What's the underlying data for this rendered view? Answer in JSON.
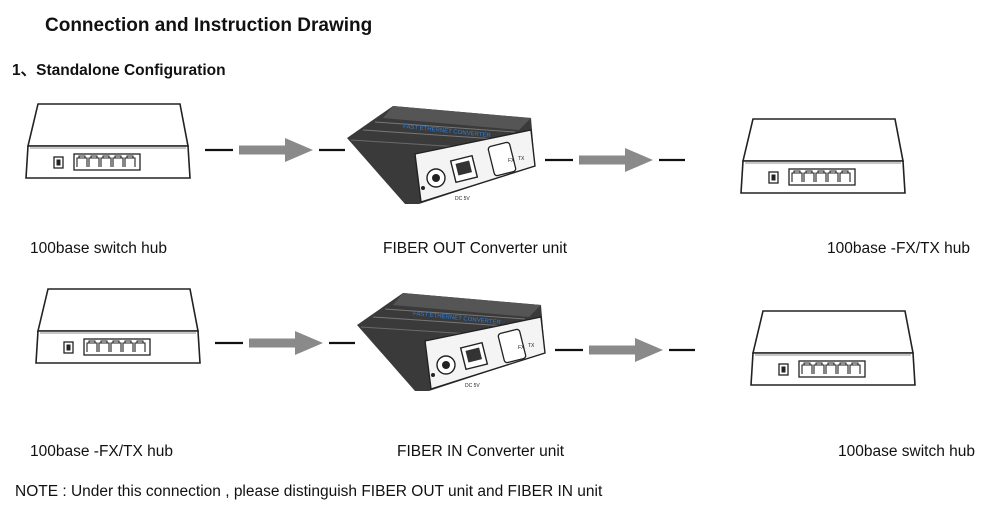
{
  "heading": "Connection  and Instruction Drawing",
  "section": {
    "number": "1、",
    "title": "Standalone Configuration"
  },
  "rows": [
    {
      "left_label": "100base switch hub",
      "center_label": "FIBER OUT Converter unit",
      "right_label": "100base -FX/TX hub"
    },
    {
      "left_label": "100base -FX/TX hub",
      "center_label": "FIBER IN Converter unit",
      "right_label": "100base switch hub"
    }
  ],
  "converter": {
    "brand_text": "FAST ETHERNET CONVERTER",
    "power_label": "DC 5V",
    "led_labels": [
      "FX",
      "TX"
    ]
  },
  "note": "NOTE : Under this connection , please distinguish FIBER OUT unit  and FIBER IN unit",
  "colors": {
    "arrow": "#8a8a8a",
    "line": "#111111",
    "accent": "#2f7fd6"
  }
}
